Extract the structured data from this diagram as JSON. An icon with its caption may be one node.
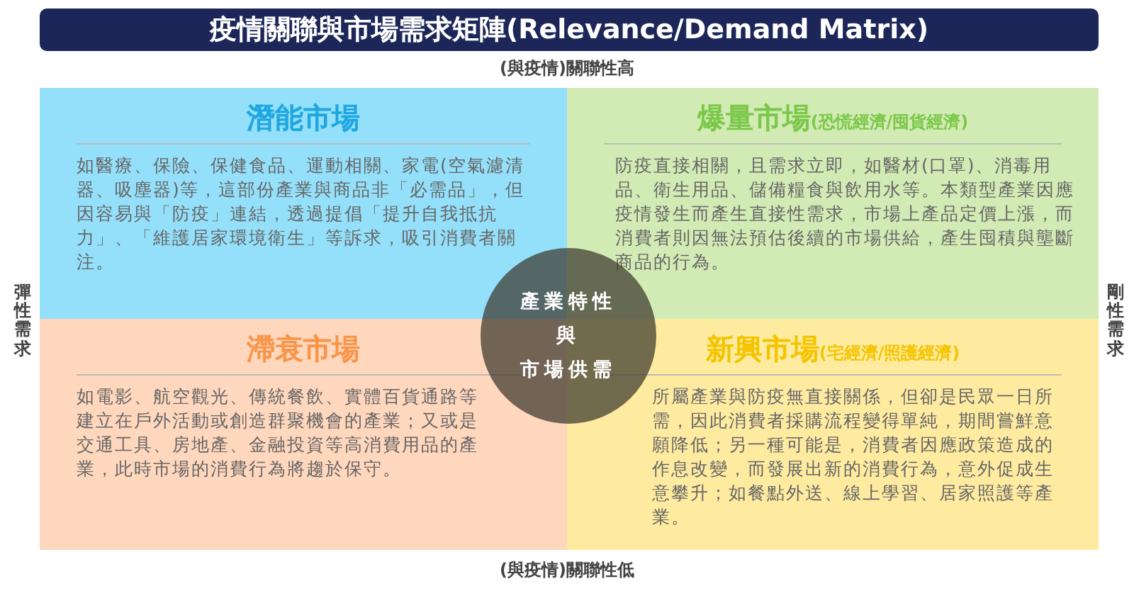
{
  "diagram": {
    "title": "疫情關聯與市場需求矩陣(Relevance/Demand Matrix)",
    "nodes": [
      {
        "text": [
          "潛能市場",
          "如醫療、保險、保健食品、運動相關、家電(空氣濾清器、吸塵器)等，這部份產業與商品非「必需品」，但因容易與「防疫」連結，透過提倡「提升自我抵抗力」、「維護居家環境衛生」等訴求，吸引消費者關注。"
        ]
      },
      {
        "text": [
          "爆量市場",
          "(恐慌經濟/囤貨經濟)",
          "防疫直接相關，且需求立即，如醫材(口罩)、消毒用品、衛生用品、儲備糧食與飲用水等。本類型產業因應疫情發生而產生直接性需求，市場上產品定價上漲，而消費者則因無法預估後續的市場供給，產生囤積與壟斷商品的行為。"
        ]
      },
      {
        "text": [
          "滯衰市場",
          "如電影、航空觀光、傳統餐飲、實體百貨通路等建立在戶外活動或創造群聚機會的產業；又或是交通工具、房地產、金融投資等高消費用品的產業，此時市場的消費行為將趨於保守。"
        ]
      },
      {
        "text": [
          "新興市場",
          "(宅經濟/照護經濟)",
          "所屬產業與防疫無直接關係，但卻是民眾一日所需，因此消費者採購流程變得單純，期間嘗鮮意願降低；另一種可能是，消費者因應政策造成的作息改變，而發展出新的消費行為，意外促成生意攀升；如餐點外送、線上學習、居家照護等產業。"
        ]
      },
      {
        "text": [
          "產業特性",
          "與",
          "市場供需"
        ]
      }
    ],
    "labels": [
      "(與疫情)關聯性高",
      "彈性需求",
      "剛性需求",
      "(與疫情)關聯性低"
    ]
  }
}
